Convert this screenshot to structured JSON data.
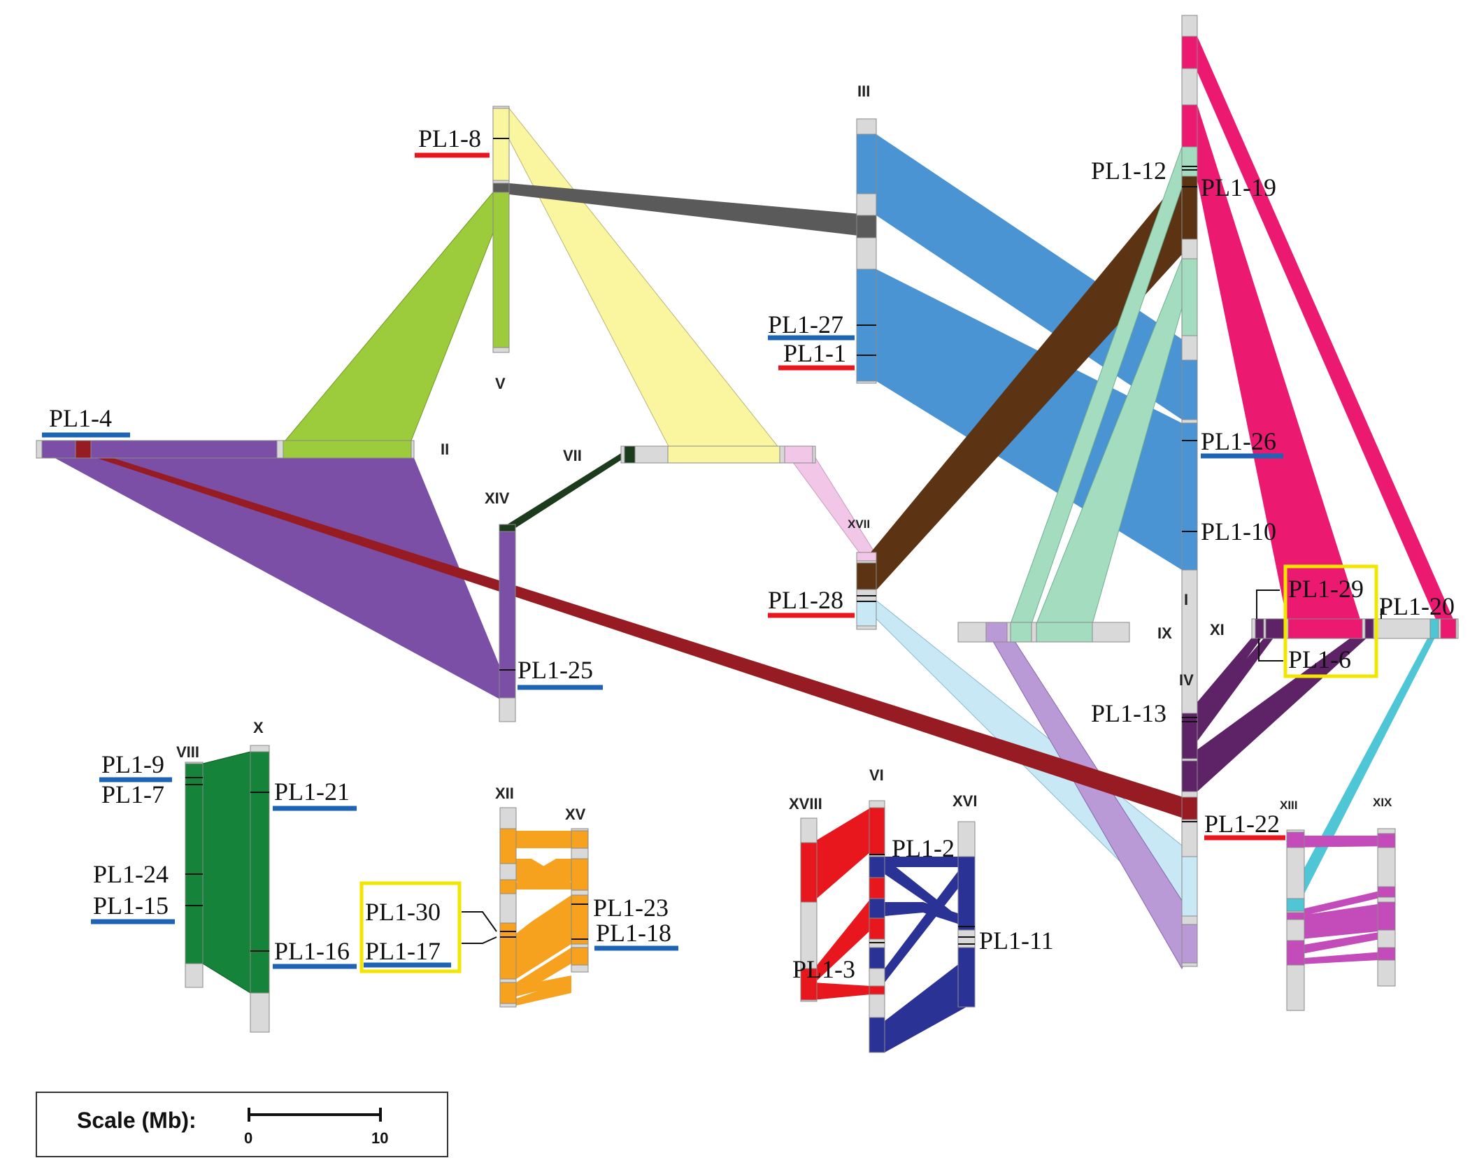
{
  "colors": {
    "chromosome_fill": "#d9d9d9",
    "chromosome_stroke": "#8a8a8a",
    "underline_red": "#e8161d",
    "underline_blue": "#1e64b4",
    "highlight_box": "#f2e600"
  },
  "chromosomes": {
    "I": "I",
    "II": "II",
    "III": "III",
    "IV": "IV",
    "V": "V",
    "VI": "VI",
    "VII": "VII",
    "VIII": "VIII",
    "IX": "IX",
    "X": "X",
    "XI": "XI",
    "XII": "XII",
    "XIII": "XIII",
    "XIV": "XIV",
    "XV": "XV",
    "XVI": "XVI",
    "XVII": "XVII",
    "XVIII": "XVIII",
    "XIX": "XIX"
  },
  "genes": {
    "PL1_1": "PL1-1",
    "PL1_2": "PL1-2",
    "PL1_3": "PL1-3",
    "PL1_4": "PL1-4",
    "PL1_6": "PL1-6",
    "PL1_7": "PL1-7",
    "PL1_8": "PL1-8",
    "PL1_9": "PL1-9",
    "PL1_10": "PL1-10",
    "PL1_11": "PL1-11",
    "PL1_12": "PL1-12",
    "PL1_13": "PL1-13",
    "PL1_15": "PL1-15",
    "PL1_16": "PL1-16",
    "PL1_17": "PL1-17",
    "PL1_18": "PL1-18",
    "PL1_19": "PL1-19",
    "PL1_20": "PL1-20",
    "PL1_21": "PL1-21",
    "PL1_22": "PL1-22",
    "PL1_23": "PL1-23",
    "PL1_24": "PL1-24",
    "PL1_25": "PL1-25",
    "PL1_26": "PL1-26",
    "PL1_27": "PL1-27",
    "PL1_28": "PL1-28",
    "PL1_29": "PL1-29",
    "PL1_30": "PL1-30"
  },
  "scale": {
    "title": "Scale (Mb):",
    "min_label": "0",
    "max_label": "10"
  },
  "block_colors": {
    "green_light": "#9ccb3c",
    "yellow_light": "#faf6a0",
    "gray_dark": "#5a5a5a",
    "blue": "#4a94d4",
    "purple": "#7b4fa6",
    "dark_red": "#971b22",
    "dark_green": "#1c3a1c",
    "pink_light": "#f2c6e6",
    "brown": "#5c3414",
    "mint": "#a4dcc0",
    "magenta": "#eb1a70",
    "light_cyan": "#c8e8f6",
    "lavender": "#b99ad6",
    "dark_purple": "#5e2266",
    "cyan": "#4ec6d6",
    "forest_green": "#15843a",
    "orange": "#f7a21e",
    "red": "#e8161d",
    "navy": "#2b3296",
    "pink_purple": "#c44cba"
  }
}
